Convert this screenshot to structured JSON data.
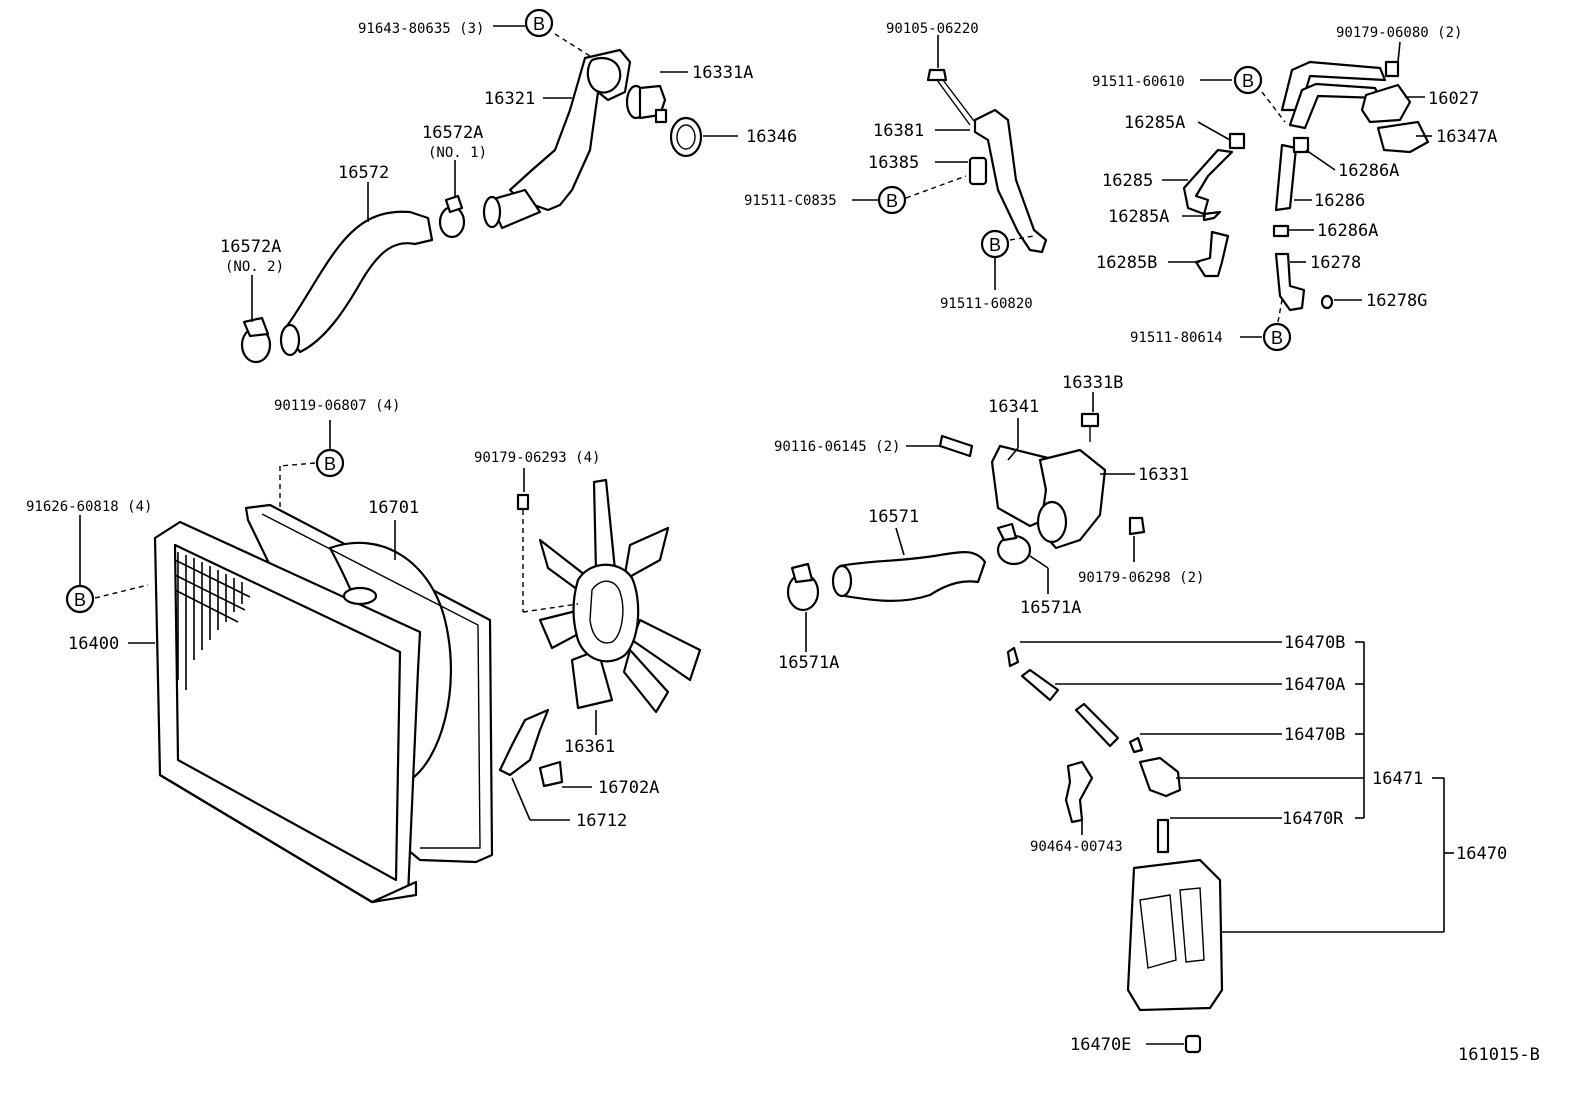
{
  "diagram": {
    "ref_code": "161015-B",
    "circle_marker": "B",
    "labels": {
      "p91643": "91643-80635 (3)",
      "p16321": "16321",
      "p16331A": "16331A",
      "p16346": "16346",
      "p16572A_1": "16572A",
      "p16572A_1_sub": "(NO. 1)",
      "p16572": "16572",
      "p16572A_2": "16572A",
      "p16572A_2_sub": "(NO. 2)",
      "p90105": "90105-06220",
      "p16381": "16381",
      "p16385": "16385",
      "p91511_C0835": "91511-C0835",
      "p91511_60820": "91511-60820",
      "p90179_06080": "90179-06080 (2)",
      "p91511_60610": "91511-60610",
      "p16027": "16027",
      "p16285A_a": "16285A",
      "p16347A": "16347A",
      "p16286A_a": "16286A",
      "p16285": "16285",
      "p16286": "16286",
      "p16285A_b": "16285A",
      "p16286A_b": "16286A",
      "p16285B": "16285B",
      "p16278": "16278",
      "p16278G": "16278G",
      "p91511_80614": "91511-80614",
      "p90119": "90119-06807 (4)",
      "p90179_06293": "90179-06293 (4)",
      "p91626": "91626-60818 (4)",
      "p16701": "16701",
      "p16400": "16400",
      "p16361": "16361",
      "p16702A": "16702A",
      "p16712": "16712",
      "p16331B": "16331B",
      "p16341": "16341",
      "p90116": "90116-06145 (2)",
      "p16331": "16331",
      "p16571": "16571",
      "p90179_06298": "90179-06298 (2)",
      "p16571A_a": "16571A",
      "p16571A_b": "16571A",
      "p16470B_a": "16470B",
      "p16470A": "16470A",
      "p16470B_b": "16470B",
      "p16471": "16471",
      "p16470R": "16470R",
      "p90464": "90464-00743",
      "p16470": "16470",
      "p16470E": "16470E"
    }
  }
}
